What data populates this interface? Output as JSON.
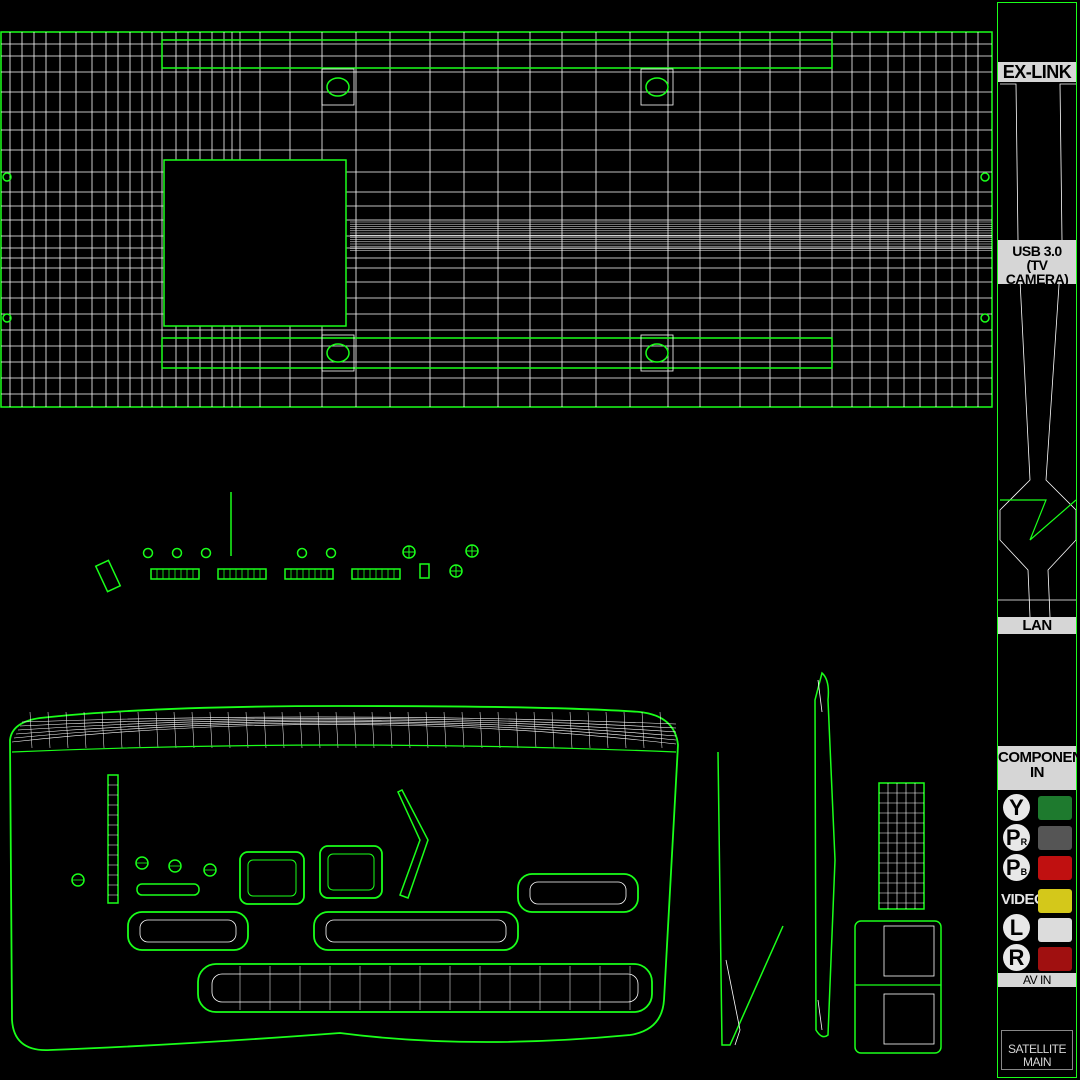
{
  "labels": {
    "exlink": "EX-LINK",
    "usb_line1": "USB 3.0",
    "usb_line2": "(TV CAMERA)",
    "lan": "LAN",
    "component_line1": "COMPONENT",
    "component_line2": "IN",
    "video": "VIDEO",
    "av_in": "AV IN",
    "satellite_line1": "SATELLITE",
    "satellite_line2": "MAIN"
  },
  "jacks": {
    "y": "Y",
    "pb": "P",
    "pb_sub": "B",
    "pr": "P",
    "pr_sub": "R",
    "l": "L",
    "r": "R"
  },
  "colors": {
    "wire_green": "#1aff1a",
    "wire_white": "#ffffff",
    "background": "#000000",
    "label_bg": "#d6d6d6",
    "jack_green": "#1e7a2e",
    "jack_gray": "#555555",
    "jack_red": "#c01010",
    "jack_yellow": "#d4c81a",
    "jack_white": "#dcdcdc",
    "jack_dark_red": "#a01010"
  }
}
